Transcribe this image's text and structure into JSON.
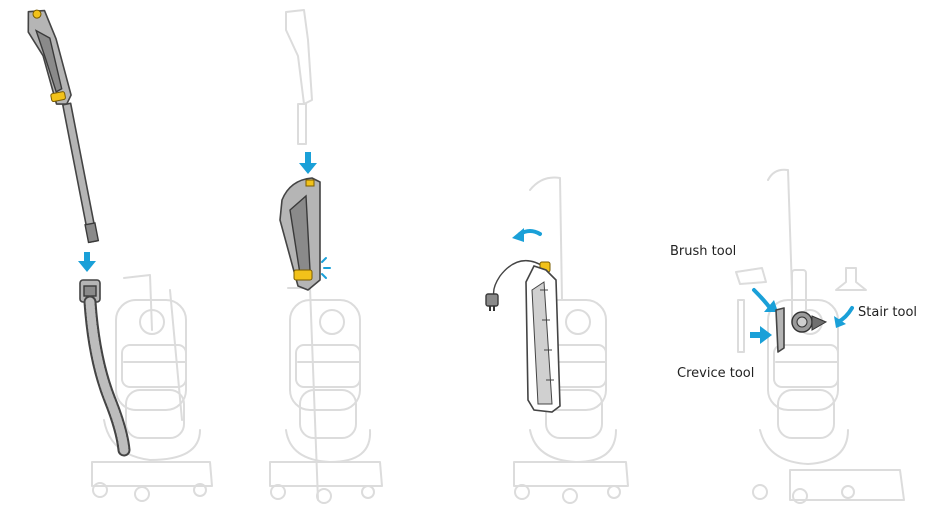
{
  "labels": {
    "brush_tool": "Brush tool",
    "stair_tool": "Stair tool",
    "crevice_tool": "Crevice tool"
  },
  "colors": {
    "arrow": "#1aa0d8",
    "accent": "#f2c21a",
    "ghost": "#dcdcdc",
    "part": "#b5b5b5",
    "outline": "#444444"
  },
  "steps": [
    {
      "name": "detach-wand-from-hose"
    },
    {
      "name": "attach-wand-to-handle"
    },
    {
      "name": "release-cord"
    },
    {
      "name": "store-tools"
    }
  ]
}
